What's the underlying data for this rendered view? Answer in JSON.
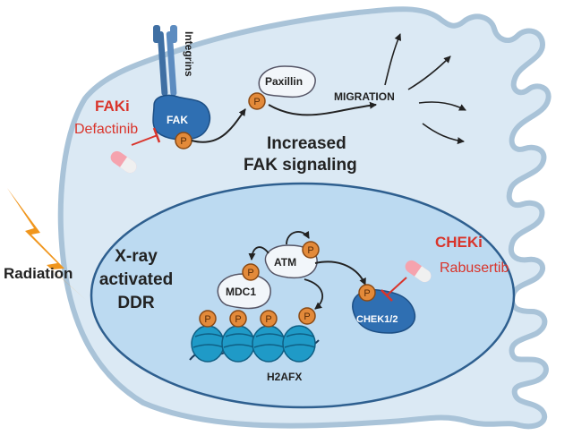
{
  "labels": {
    "integrins": "Integrins",
    "fak": "FAK",
    "paxillin": "Paxillin",
    "migration": "MIGRATION",
    "increased_line1": "Increased",
    "increased_line2": "FAK signaling",
    "faki": "FAKi",
    "defactinib": "Defactinib",
    "cheki": "CHEKi",
    "rabusertib": "Rabusertib",
    "radiation": "Radiation",
    "xray_line1": "X-ray",
    "xray_line2": "activated",
    "xray_line3": "DDR",
    "atm": "ATM",
    "mdc1": "MDC1",
    "chek12": "CHEK1/2",
    "h2afx": "H2AFX",
    "phospho": "P"
  },
  "colors": {
    "cell_fill": "#dbe9f4",
    "cell_stroke": "#a9c3d8",
    "nucleus_fill": "#bcdaf1",
    "nucleus_stroke": "#2e5f8f",
    "protein_blue": "#2f6fb2",
    "phospho_fill": "#e38a3a",
    "inhibitor_red": "#d9342b",
    "lightning": "#f0961d",
    "nucleosome": "#1f9ac7"
  },
  "icons": [
    "lightning-bolt-icon",
    "pill-icon",
    "inhibition-bar-icon",
    "nucleosome-icon"
  ]
}
